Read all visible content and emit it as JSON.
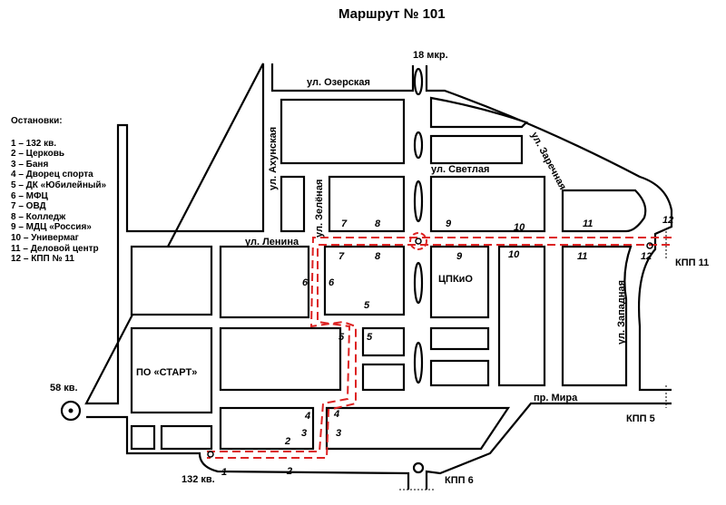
{
  "title": "Маршрут № 101",
  "legend": {
    "heading": "Остановки:",
    "items": [
      "1 – 132 кв.",
      "2 – Церковь",
      "3 – Баня",
      "4 – Дворец спорта",
      "5 – ДК «Юбилейный»",
      "6 – МФЦ",
      "7 – ОВД",
      "8 – Колледж",
      "9 – МДЦ «Россия»",
      "10 – Универмаг",
      "11 – Деловой центр",
      "12 – КПП № 11"
    ]
  },
  "streets": {
    "ozerskaya": "ул. Озерская",
    "akhunskaya": "ул. Ахунская",
    "zelenaya": "ул. Зелёная",
    "svetlaya": "ул. Светлая",
    "zarechnaya": "ул. Заречная",
    "lenina": "ул. Ленина",
    "zapadnaya": "ул. Западная",
    "mira": "пр. Мира"
  },
  "places": {
    "mkr18": "18 мкр.",
    "kv58": "58 кв.",
    "kv132": "132 кв.",
    "start": "ПО «СТАРТ»",
    "cpkio": "ЦПКиО",
    "kpp11": "КПП 11",
    "kpp5": "КПП 5",
    "kpp6": "КПП 6"
  },
  "stop_numbers": [
    "1",
    "2",
    "2",
    "3",
    "3",
    "4",
    "4",
    "5",
    "5",
    "5",
    "6",
    "6",
    "7",
    "7",
    "8",
    "8",
    "9",
    "9",
    "10",
    "10",
    "11",
    "11",
    "12",
    "12"
  ],
  "colors": {
    "route": "#dd2222"
  }
}
